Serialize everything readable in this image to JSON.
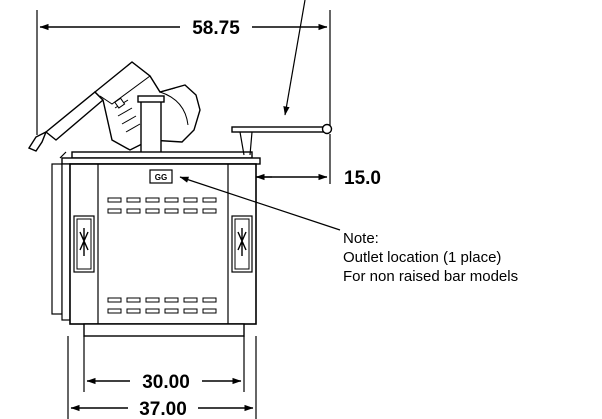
{
  "dimensions": {
    "overall_width": "58.75",
    "depth": "15.0",
    "inner_width": "30.00",
    "cabinet_width": "37.00"
  },
  "note": {
    "heading": "Note:",
    "line1": "Outlet location (1 place)",
    "line2": "For non raised bar models"
  },
  "outlet_label": "GG"
}
